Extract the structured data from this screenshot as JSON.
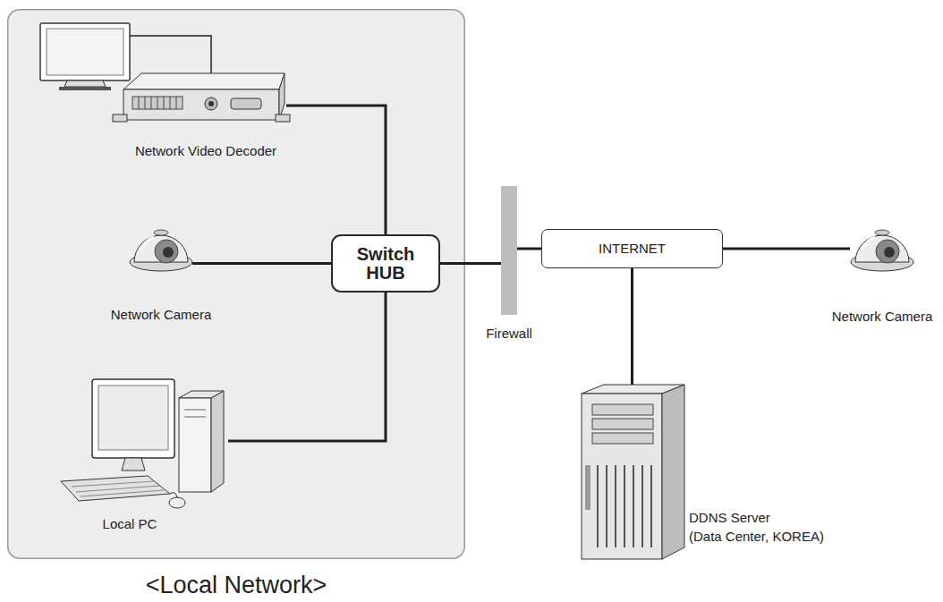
{
  "diagram": {
    "nodes": [
      {
        "text": [
          "<Local Network>"
        ]
      },
      {
        "text": [
          "Network Video Decoder"
        ],
        "in": 0
      },
      {
        "text": [
          "Network Camera"
        ],
        "in": 0
      },
      {
        "text": [
          "Switch HUB"
        ],
        "in": 0
      },
      {
        "text": [
          "Local PC"
        ],
        "in": 0
      },
      {
        "text": [
          "Firewall"
        ]
      },
      {
        "text": [
          "INTERNET"
        ]
      },
      {
        "text": [
          "Network Camera"
        ]
      },
      {
        "text": [
          "DDNS Server",
          "(Data Center, KOREA)"
        ]
      }
    ],
    "edges": [
      {
        "from": 1,
        "to": 3,
        "arrow": "none"
      },
      {
        "from": 2,
        "to": 3,
        "arrow": "none"
      },
      {
        "from": 4,
        "to": 3,
        "arrow": "none"
      },
      {
        "from": 3,
        "to": 5,
        "arrow": "none"
      },
      {
        "from": 5,
        "to": 6,
        "arrow": "none"
      },
      {
        "from": 6,
        "to": 7,
        "arrow": "none"
      },
      {
        "from": 6,
        "to": 8,
        "arrow": "none"
      }
    ]
  }
}
